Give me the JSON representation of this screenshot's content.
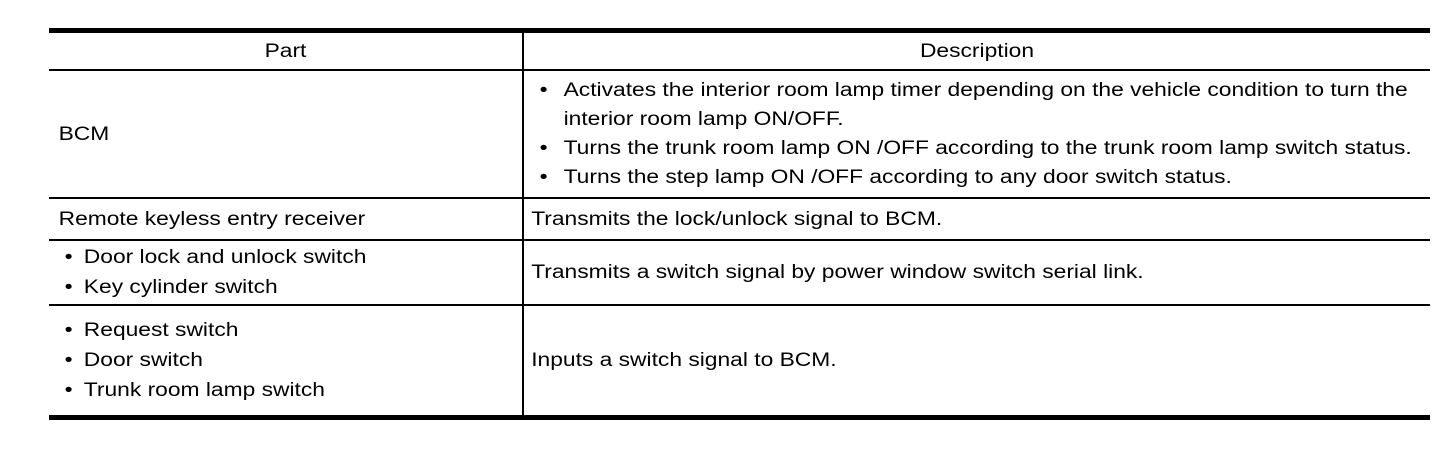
{
  "bullet_char": "•",
  "colors": {
    "background": "#ffffff",
    "text": "#000000",
    "border": "#000000"
  },
  "table": {
    "headers": {
      "part": "Part",
      "description": "Description"
    },
    "rows": [
      {
        "part_text": "BCM",
        "desc_bullets": [
          "Activates the interior room lamp timer depending on the vehicle condition to turn the interior room lamp ON/OFF.",
          "Turns the trunk room lamp ON /OFF according to the trunk room lamp switch status.",
          "Turns the step lamp ON /OFF according to any door switch status."
        ]
      },
      {
        "part_text": "Remote keyless entry receiver",
        "desc_text": "Transmits the lock/unlock signal to BCM."
      },
      {
        "part_bullets": [
          "Door lock and unlock switch",
          "Key cylinder switch"
        ],
        "desc_text": "Transmits a switch signal by power window switch serial link."
      },
      {
        "part_bullets": [
          "Request switch",
          "Door switch",
          "Trunk room lamp switch"
        ],
        "desc_text": "Inputs a switch signal to BCM."
      }
    ]
  }
}
